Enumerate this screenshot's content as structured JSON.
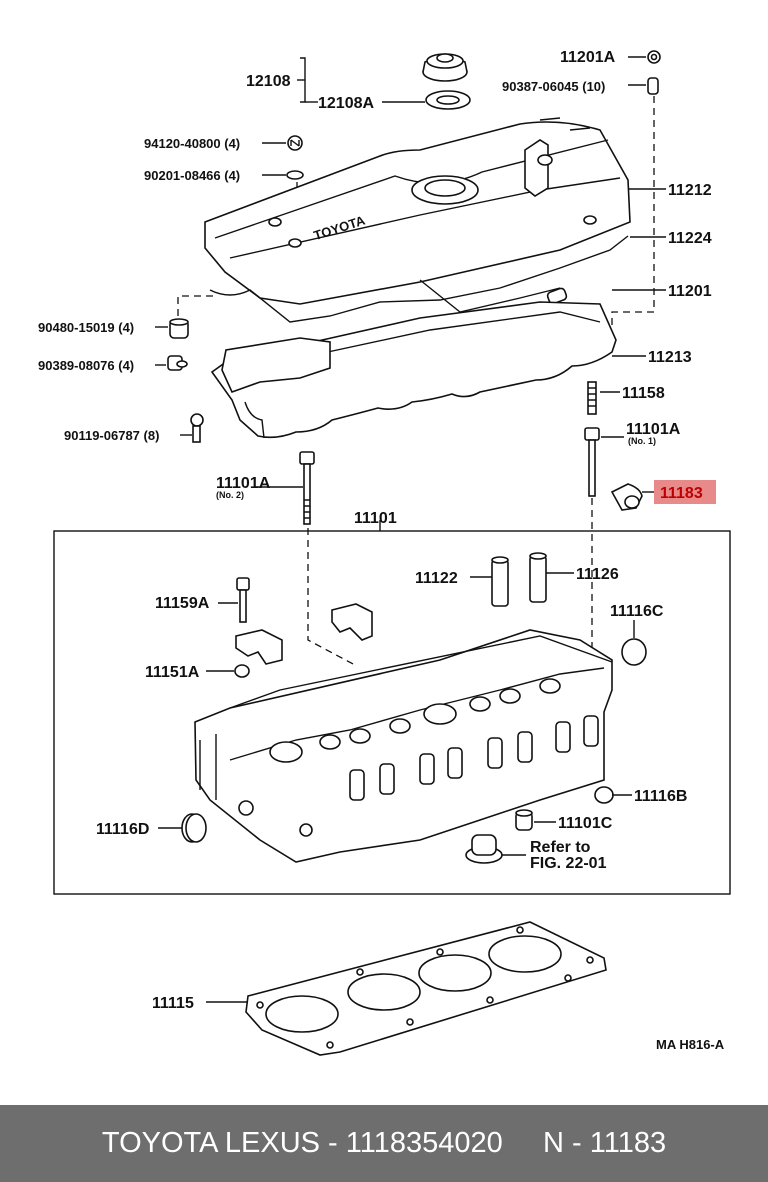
{
  "labels": {
    "l11201A_top": "11201A",
    "l12108": "12108",
    "l12108A": "12108A",
    "l90387": "90387-06045 (10)",
    "l94120": "94120-40800 (4)",
    "l90201": "90201-08466 (4)",
    "l11212": "11212",
    "l11224": "11224",
    "l11201": "11201",
    "l90480": "90480-15019 (4)",
    "l90389": "90389-08076 (4)",
    "l11213": "11213",
    "l11158": "11158",
    "l90119": "90119-06787 (8)",
    "l11101A_r": "11101A",
    "l11101A_r_sub": "(No. 1)",
    "l11183": "11183",
    "l11101A_l": "11101A",
    "l11101A_l_sub": "(No. 2)",
    "l11101": "11101",
    "l11122": "11122",
    "l11126": "11126",
    "l11159A": "11159A",
    "l11116C": "11116C",
    "l11151A": "11151A",
    "l11116B": "11116B",
    "l11116D": "11116D",
    "l11101C": "11101C",
    "l_refer1": "Refer to",
    "l_refer2": "FIG. 22-01",
    "l11115": "11115",
    "l_fig": "MA  H816-A",
    "cover_logo": "TOYOTA"
  },
  "colors": {
    "highlight": "#e88a8a",
    "highlight_text": "#c00000",
    "footer_bg": "#6e6e6e",
    "footer_text": "#ffffff"
  },
  "footer": {
    "text": "TOYOTA LEXUS - 1118354020     N - 11183"
  }
}
